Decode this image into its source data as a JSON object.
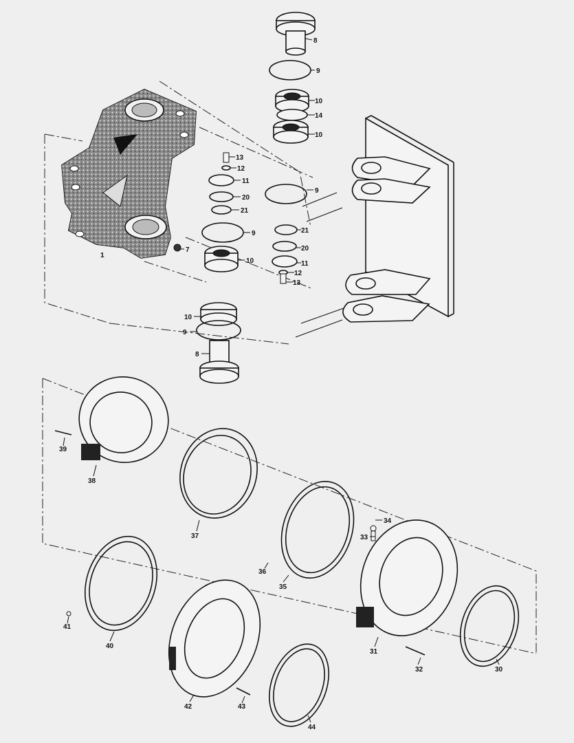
{
  "labels": [
    {
      "id": "p8a",
      "text": "8"
    },
    {
      "id": "p9a",
      "text": "9"
    },
    {
      "id": "p10a",
      "text": "10"
    },
    {
      "id": "p14",
      "text": "14"
    },
    {
      "id": "p10b",
      "text": "10"
    },
    {
      "id": "p13a",
      "text": "13"
    },
    {
      "id": "p12a",
      "text": "12"
    },
    {
      "id": "p11a",
      "text": "11"
    },
    {
      "id": "p20a",
      "text": "20"
    },
    {
      "id": "p21a",
      "text": "21"
    },
    {
      "id": "p9b",
      "text": "9"
    },
    {
      "id": "p21b",
      "text": "21"
    },
    {
      "id": "p20b",
      "text": "20"
    },
    {
      "id": "p11b",
      "text": "11"
    },
    {
      "id": "p12b",
      "text": "12"
    },
    {
      "id": "p13b",
      "text": "13"
    },
    {
      "id": "p9c",
      "text": "9"
    },
    {
      "id": "p10c",
      "text": "10"
    },
    {
      "id": "p7",
      "text": "7"
    },
    {
      "id": "p1",
      "text": "1"
    },
    {
      "id": "p10d",
      "text": "10"
    },
    {
      "id": "p9d",
      "text": "9"
    },
    {
      "id": "p8b",
      "text": "8"
    },
    {
      "id": "p39",
      "text": "39"
    },
    {
      "id": "p38",
      "text": "38"
    },
    {
      "id": "p37",
      "text": "37"
    },
    {
      "id": "p35",
      "text": "35"
    },
    {
      "id": "p36",
      "text": "36"
    },
    {
      "id": "p34",
      "text": "34"
    },
    {
      "id": "p33",
      "text": "33"
    },
    {
      "id": "p31",
      "text": "31"
    },
    {
      "id": "p32",
      "text": "32"
    },
    {
      "id": "p30",
      "text": "30"
    },
    {
      "id": "p41",
      "text": "41"
    },
    {
      "id": "p40",
      "text": "40"
    },
    {
      "id": "p42",
      "text": "42"
    },
    {
      "id": "p43",
      "text": "43"
    },
    {
      "id": "p44",
      "text": "44"
    }
  ]
}
